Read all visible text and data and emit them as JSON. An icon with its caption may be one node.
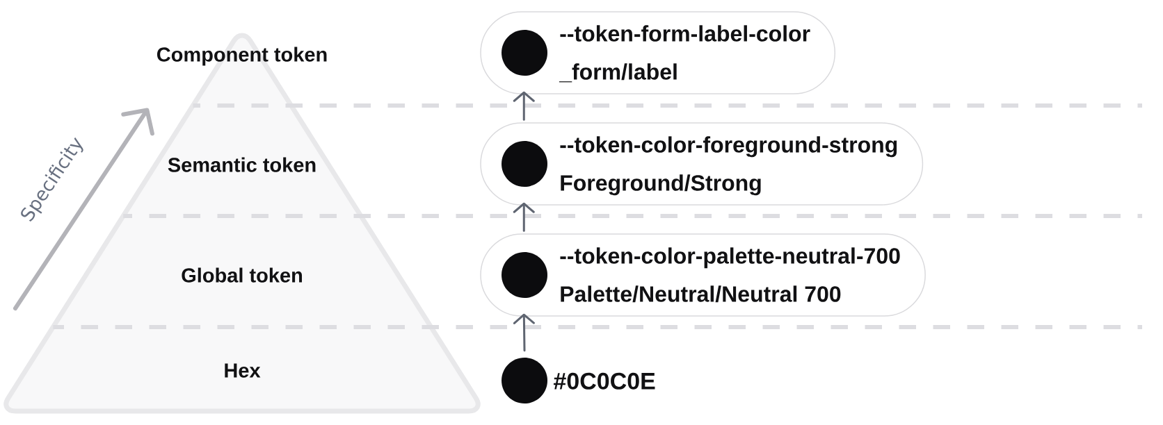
{
  "diagram": {
    "nodes": [
      {
        "text": [
          "Component token",
          "Semantic token",
          "Global token",
          "Hex"
        ]
      },
      {
        "text": [
          "--token-form-label-color",
          "_form/label"
        ]
      },
      {
        "text": [
          "--token-color-foreground-strong",
          "Foreground/Strong"
        ]
      },
      {
        "text": [
          "--token-color-palette-neutral-700",
          "Palette/Neutral/Neutral 700"
        ]
      },
      {
        "text": [],
        "shape": "circle",
        "beside": [
          "#0C0C0E"
        ]
      }
    ],
    "edges": [
      {
        "from": 4,
        "to": 3,
        "arrow": "to"
      },
      {
        "from": 3,
        "to": 2,
        "arrow": "to"
      },
      {
        "from": 2,
        "to": 1,
        "arrow": "to"
      }
    ],
    "labels": [
      "Specificity"
    ]
  }
}
